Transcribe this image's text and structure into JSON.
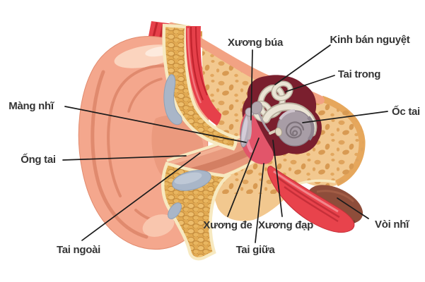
{
  "diagram": {
    "labels": {
      "xuong_bua": "Xương búa",
      "kinh_ban_nguyet": "Kinh bán nguyệt",
      "tai_trong": "Tai trong",
      "oc_tai": "Ốc tai",
      "mang_nhi": "Màng nhĩ",
      "ong_tai": "Ống tai",
      "tai_ngoai": "Tai ngoài",
      "xuong_de": "Xương đe",
      "xuong_dap": "Xương đạp",
      "tai_giua": "Tai giữa",
      "voi_nhi": "Vòi nhĩ"
    },
    "colors": {
      "background": "#ffffff",
      "label_text": "#353535",
      "leader_line": "#1c1c1c",
      "skin": "#f4a78d",
      "skin_shadow": "#e08a6e",
      "skin_highlight": "#fbd4be",
      "fat_tissue": "#e9b35c",
      "fat_cell_outline": "#c28a3c",
      "cream_edge": "#f7e9c0",
      "cartilage": "#a9b6c8",
      "muscle_red": "#e6404a",
      "muscle_stripe": "#c1242e",
      "bone": "#f2c88f",
      "bone_pore": "#d89a52",
      "bone_rim": "#e6a75c",
      "ear_canal": "#e89a7e",
      "canal_shadow": "#cf7a5e",
      "inner_ear_maroon": "#7a1f2e",
      "middle_ear_pink": "#e2556a",
      "eardrum_gray": "#b5aeb9",
      "labyrinth_ivory": "#eae4d5",
      "cochlea_gray": "#a89da6",
      "eustachian_red": "#e8434c",
      "tube_brown": "#8e4d3a"
    }
  }
}
